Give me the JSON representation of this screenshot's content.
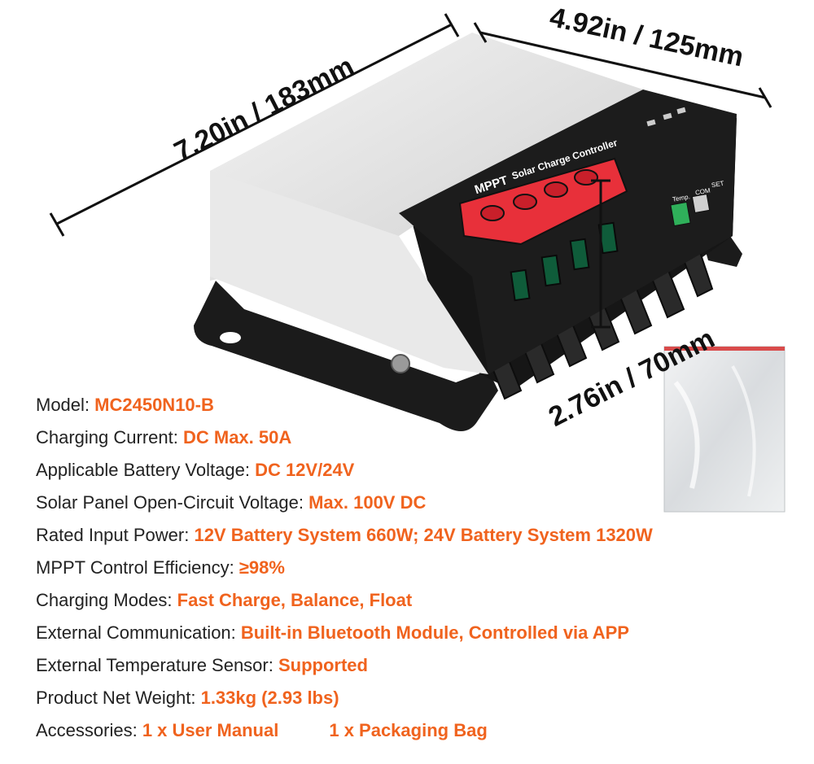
{
  "dimensions": {
    "length": "7.20in / 183mm",
    "width": "4.92in / 125mm",
    "height": "2.76in / 70mm"
  },
  "device": {
    "brand_text": "MPPT",
    "product_text": "Solar Charge Controller",
    "temp_label": "Temp.",
    "com_label": "COM",
    "set_label": "SET"
  },
  "colors": {
    "accent": "#f0631e",
    "label_text": "#222222",
    "device_body": "#1a1a1a",
    "device_cover": "#e6e6e6",
    "terminal_red": "#e8303a"
  },
  "specs": [
    {
      "label": "Model: ",
      "value": "MC2450N10-B"
    },
    {
      "label": "Charging Current: ",
      "value": "DC Max. 50A"
    },
    {
      "label": "Applicable Battery Voltage: ",
      "value": "DC 12V/24V"
    },
    {
      "label": "Solar Panel Open-Circuit Voltage: ",
      "value": "Max. 100V DC"
    },
    {
      "label": "Rated Input Power: ",
      "value": "12V Battery System 660W; 24V Battery System 1320W"
    },
    {
      "label": "MPPT Control Efficiency: ",
      "value": "≥98%"
    },
    {
      "label": "Charging Modes: ",
      "value": "Fast Charge, Balance, Float"
    },
    {
      "label": "External Communication: ",
      "value": "Built-in Bluetooth Module, Controlled via APP"
    },
    {
      "label": "External Temperature Sensor: ",
      "value": "Supported"
    },
    {
      "label": "Product Net Weight: ",
      "value": "1.33kg (2.93 lbs)"
    }
  ],
  "accessories": {
    "label": "Accessories: ",
    "item1": "1 x User Manual",
    "item2": "1 x Packaging Bag"
  }
}
